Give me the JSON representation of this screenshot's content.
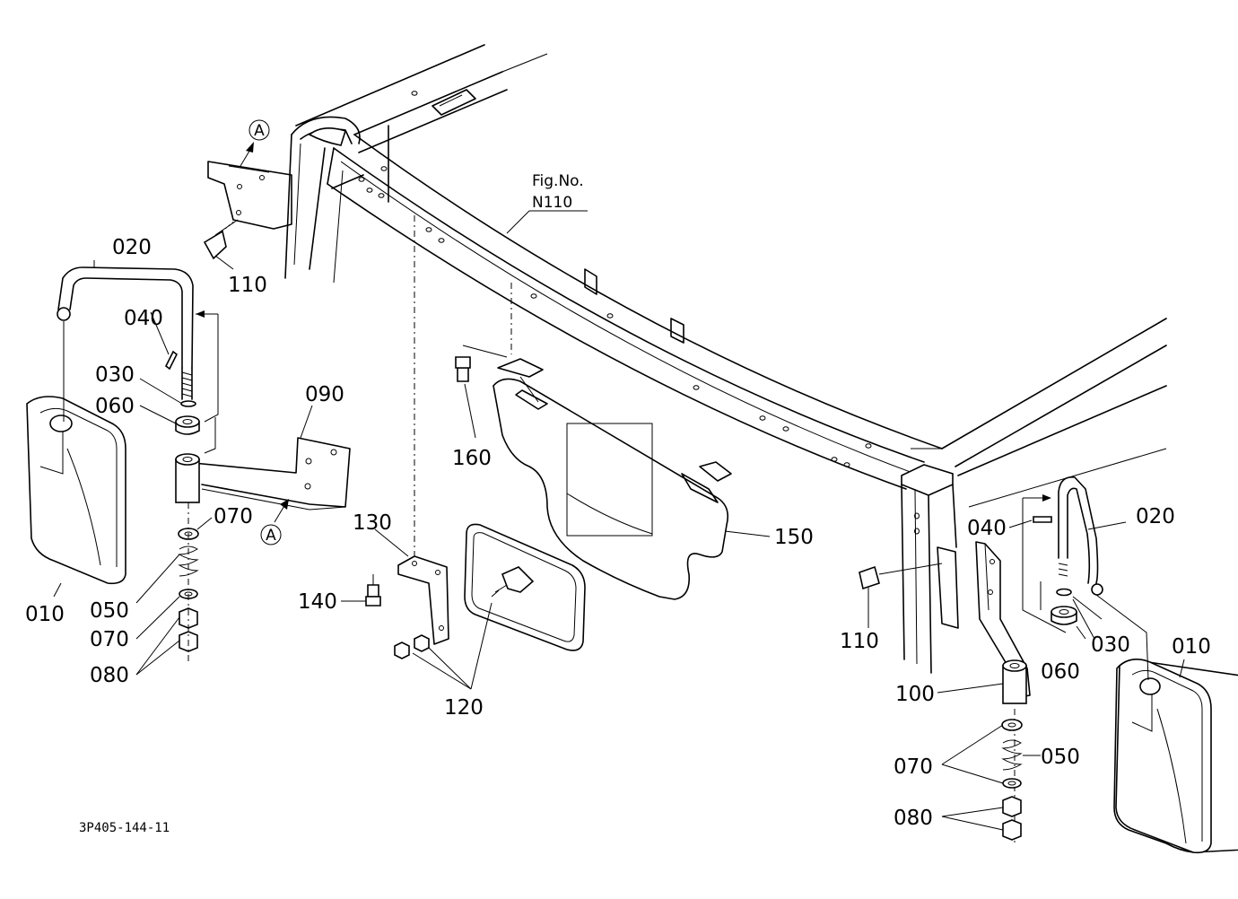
{
  "figure_ref": {
    "line1": "Fig.No.",
    "line2": "N110"
  },
  "drawing_number": "3P405-144-11",
  "view_marker": "A",
  "parts": {
    "p010": "010",
    "p020": "020",
    "p030": "030",
    "p040": "040",
    "p050": "050",
    "p060": "060",
    "p070": "070",
    "p080": "080",
    "p090": "090",
    "p100": "100",
    "p110": "110",
    "p120": "120",
    "p130": "130",
    "p140": "140",
    "p150": "150",
    "p160": "160"
  }
}
